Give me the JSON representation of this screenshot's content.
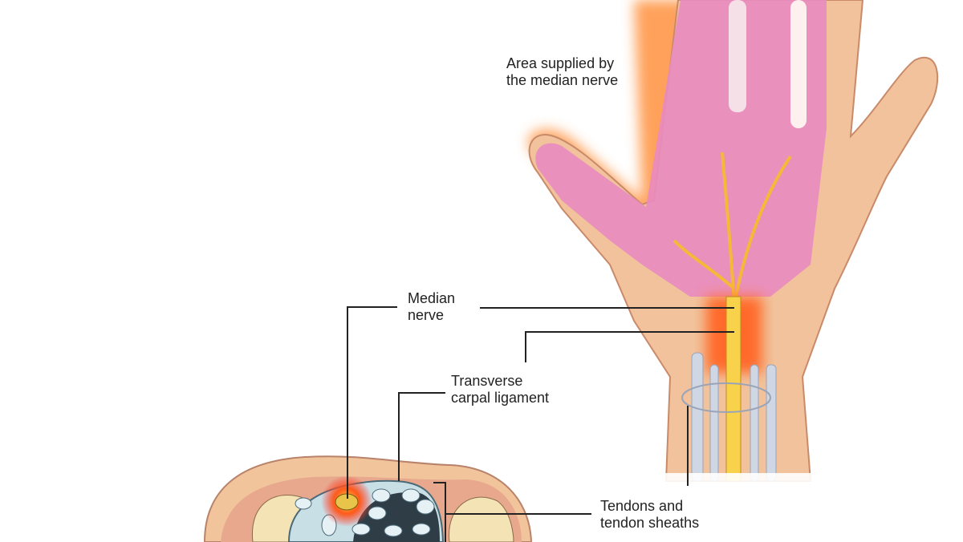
{
  "labels": {
    "area": "Area supplied by\nthe median nerve",
    "median": "Median\nnerve",
    "ligament": "Transverse\ncarpal ligament",
    "tendons": "Tendons and\ntendon sheaths"
  },
  "colors": {
    "palm": "#e98bc0",
    "glow": "#ff7a1a",
    "skin": "#f0c9a0",
    "nerve": "#f5c23a",
    "bone": "#f4e3b5",
    "tendon": "#cfe0ea",
    "leader": "#222222"
  }
}
